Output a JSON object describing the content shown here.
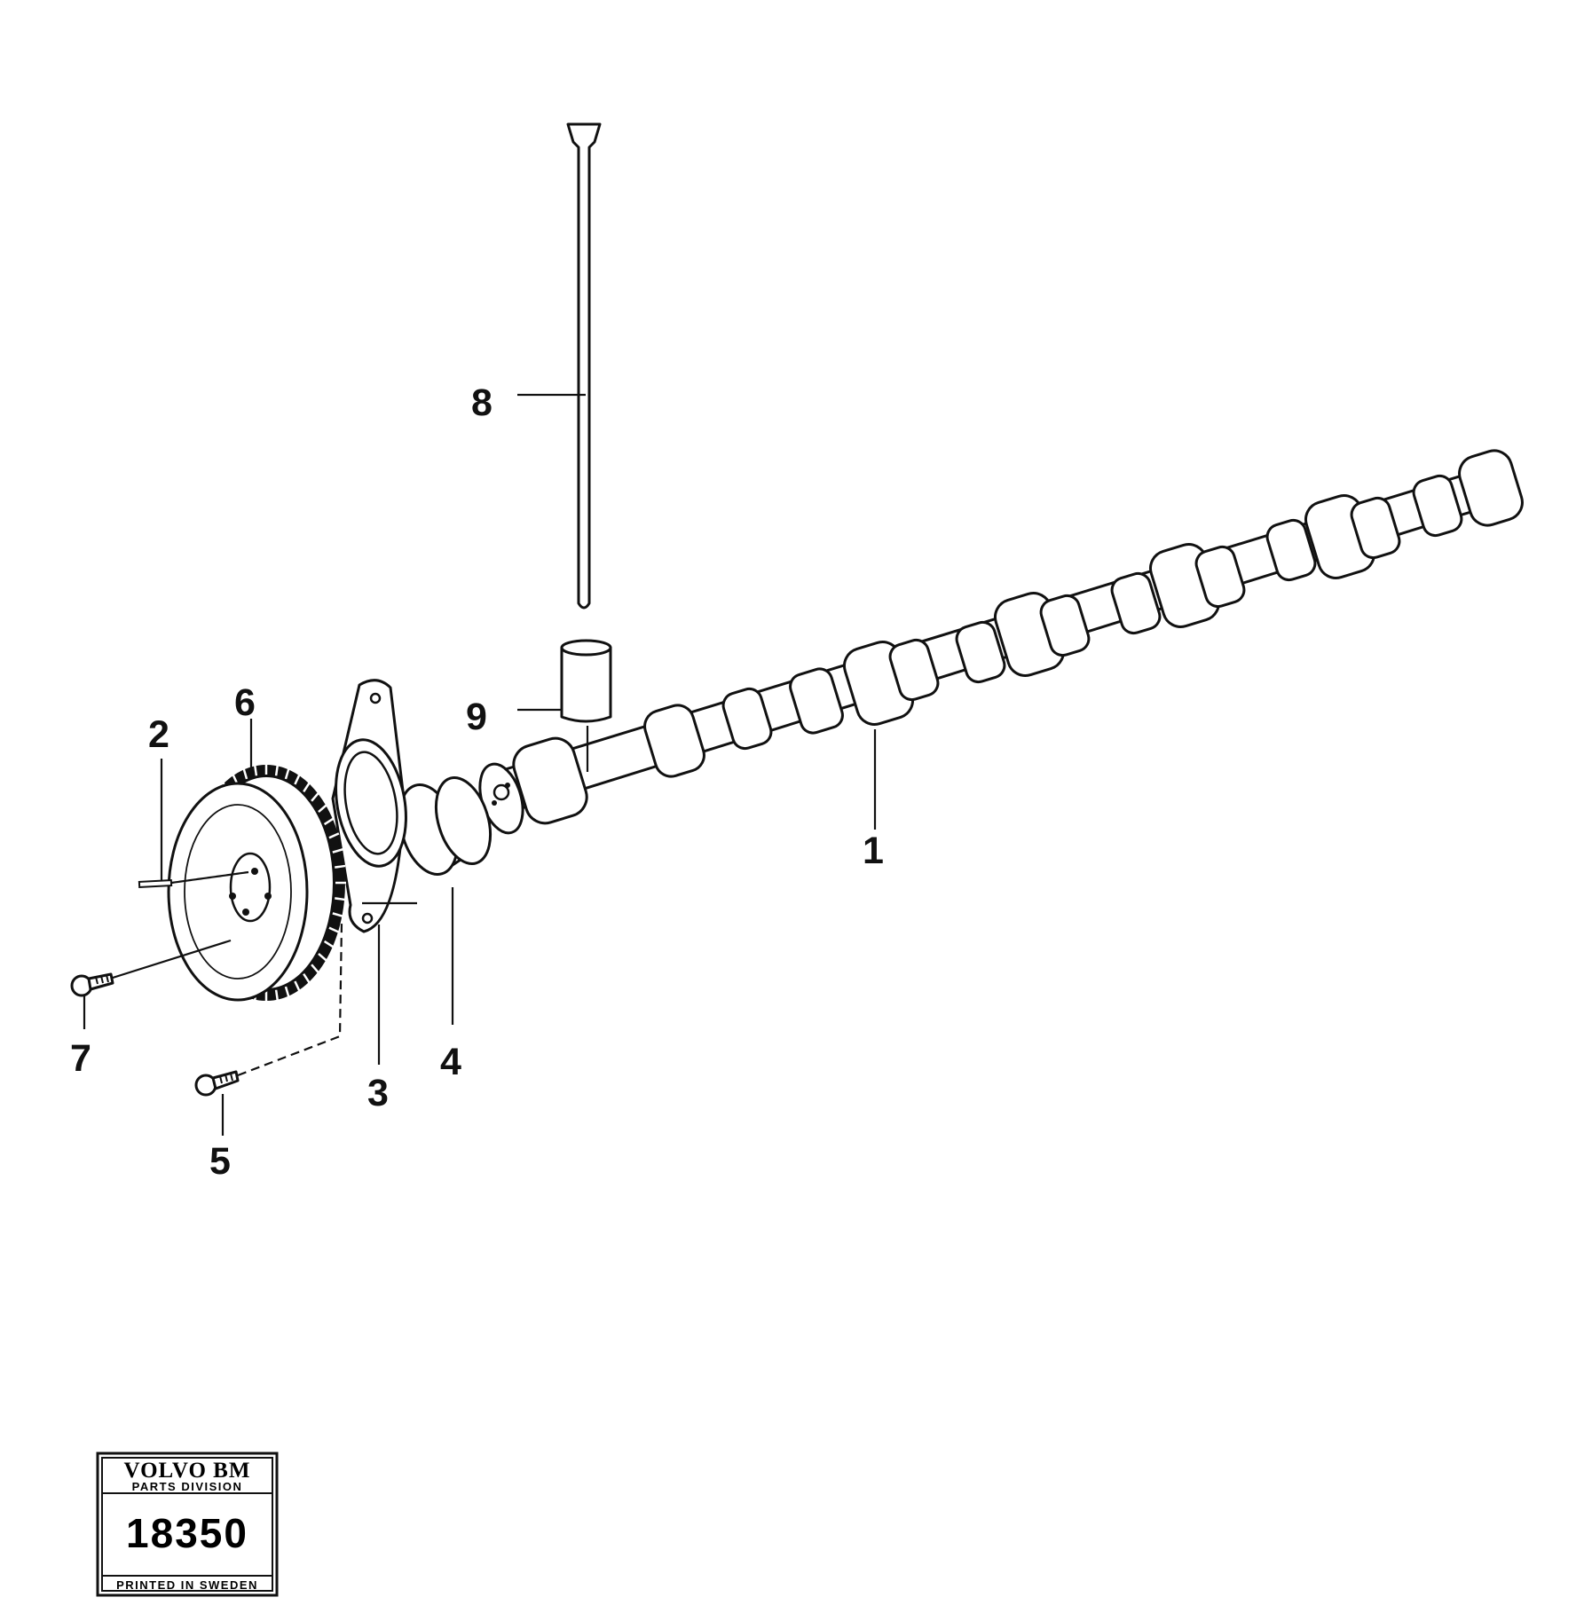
{
  "callouts": {
    "c1": "1",
    "c2": "2",
    "c3": "3",
    "c4": "4",
    "c5": "5",
    "c6": "6",
    "c7": "7",
    "c8": "8",
    "c9": "9"
  },
  "stamp": {
    "brand": "VOLVO BM",
    "division": "PARTS DIVISION",
    "number": "18350",
    "printed": "PRINTED IN SWEDEN"
  }
}
